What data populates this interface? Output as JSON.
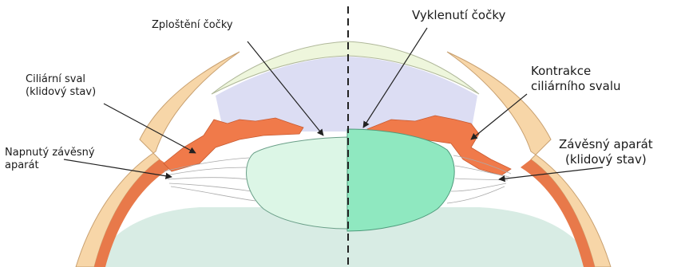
{
  "labels": {
    "zplosteni": "Zploštění čočky",
    "vyklenuti": "Vyklenutí čočky",
    "ciliarni_sval": [
      "Ciliární sval",
      "(klidový stav)"
    ],
    "kontrakce": [
      "Kontrakce",
      "ciliárního svalu"
    ],
    "napnuty": [
      "Napnutý závěsný",
      "aparát"
    ],
    "zavesny": [
      "Závěsný aparát",
      "(klidový stav)"
    ]
  },
  "colors": {
    "sclera": "#f7d6a8",
    "sclera_outline": "#c8a070",
    "cornea": "#eef6dc",
    "aqueous": "#dcddf3",
    "muscle": "#f07a4a",
    "choroid": "#e8794a",
    "lens_relaxed": "#dcf6e6",
    "lens_accommodated": "#8fe8c0",
    "vitreous": "#d8ece4",
    "zonule": "#aaaaaa",
    "leader": "#222222"
  }
}
